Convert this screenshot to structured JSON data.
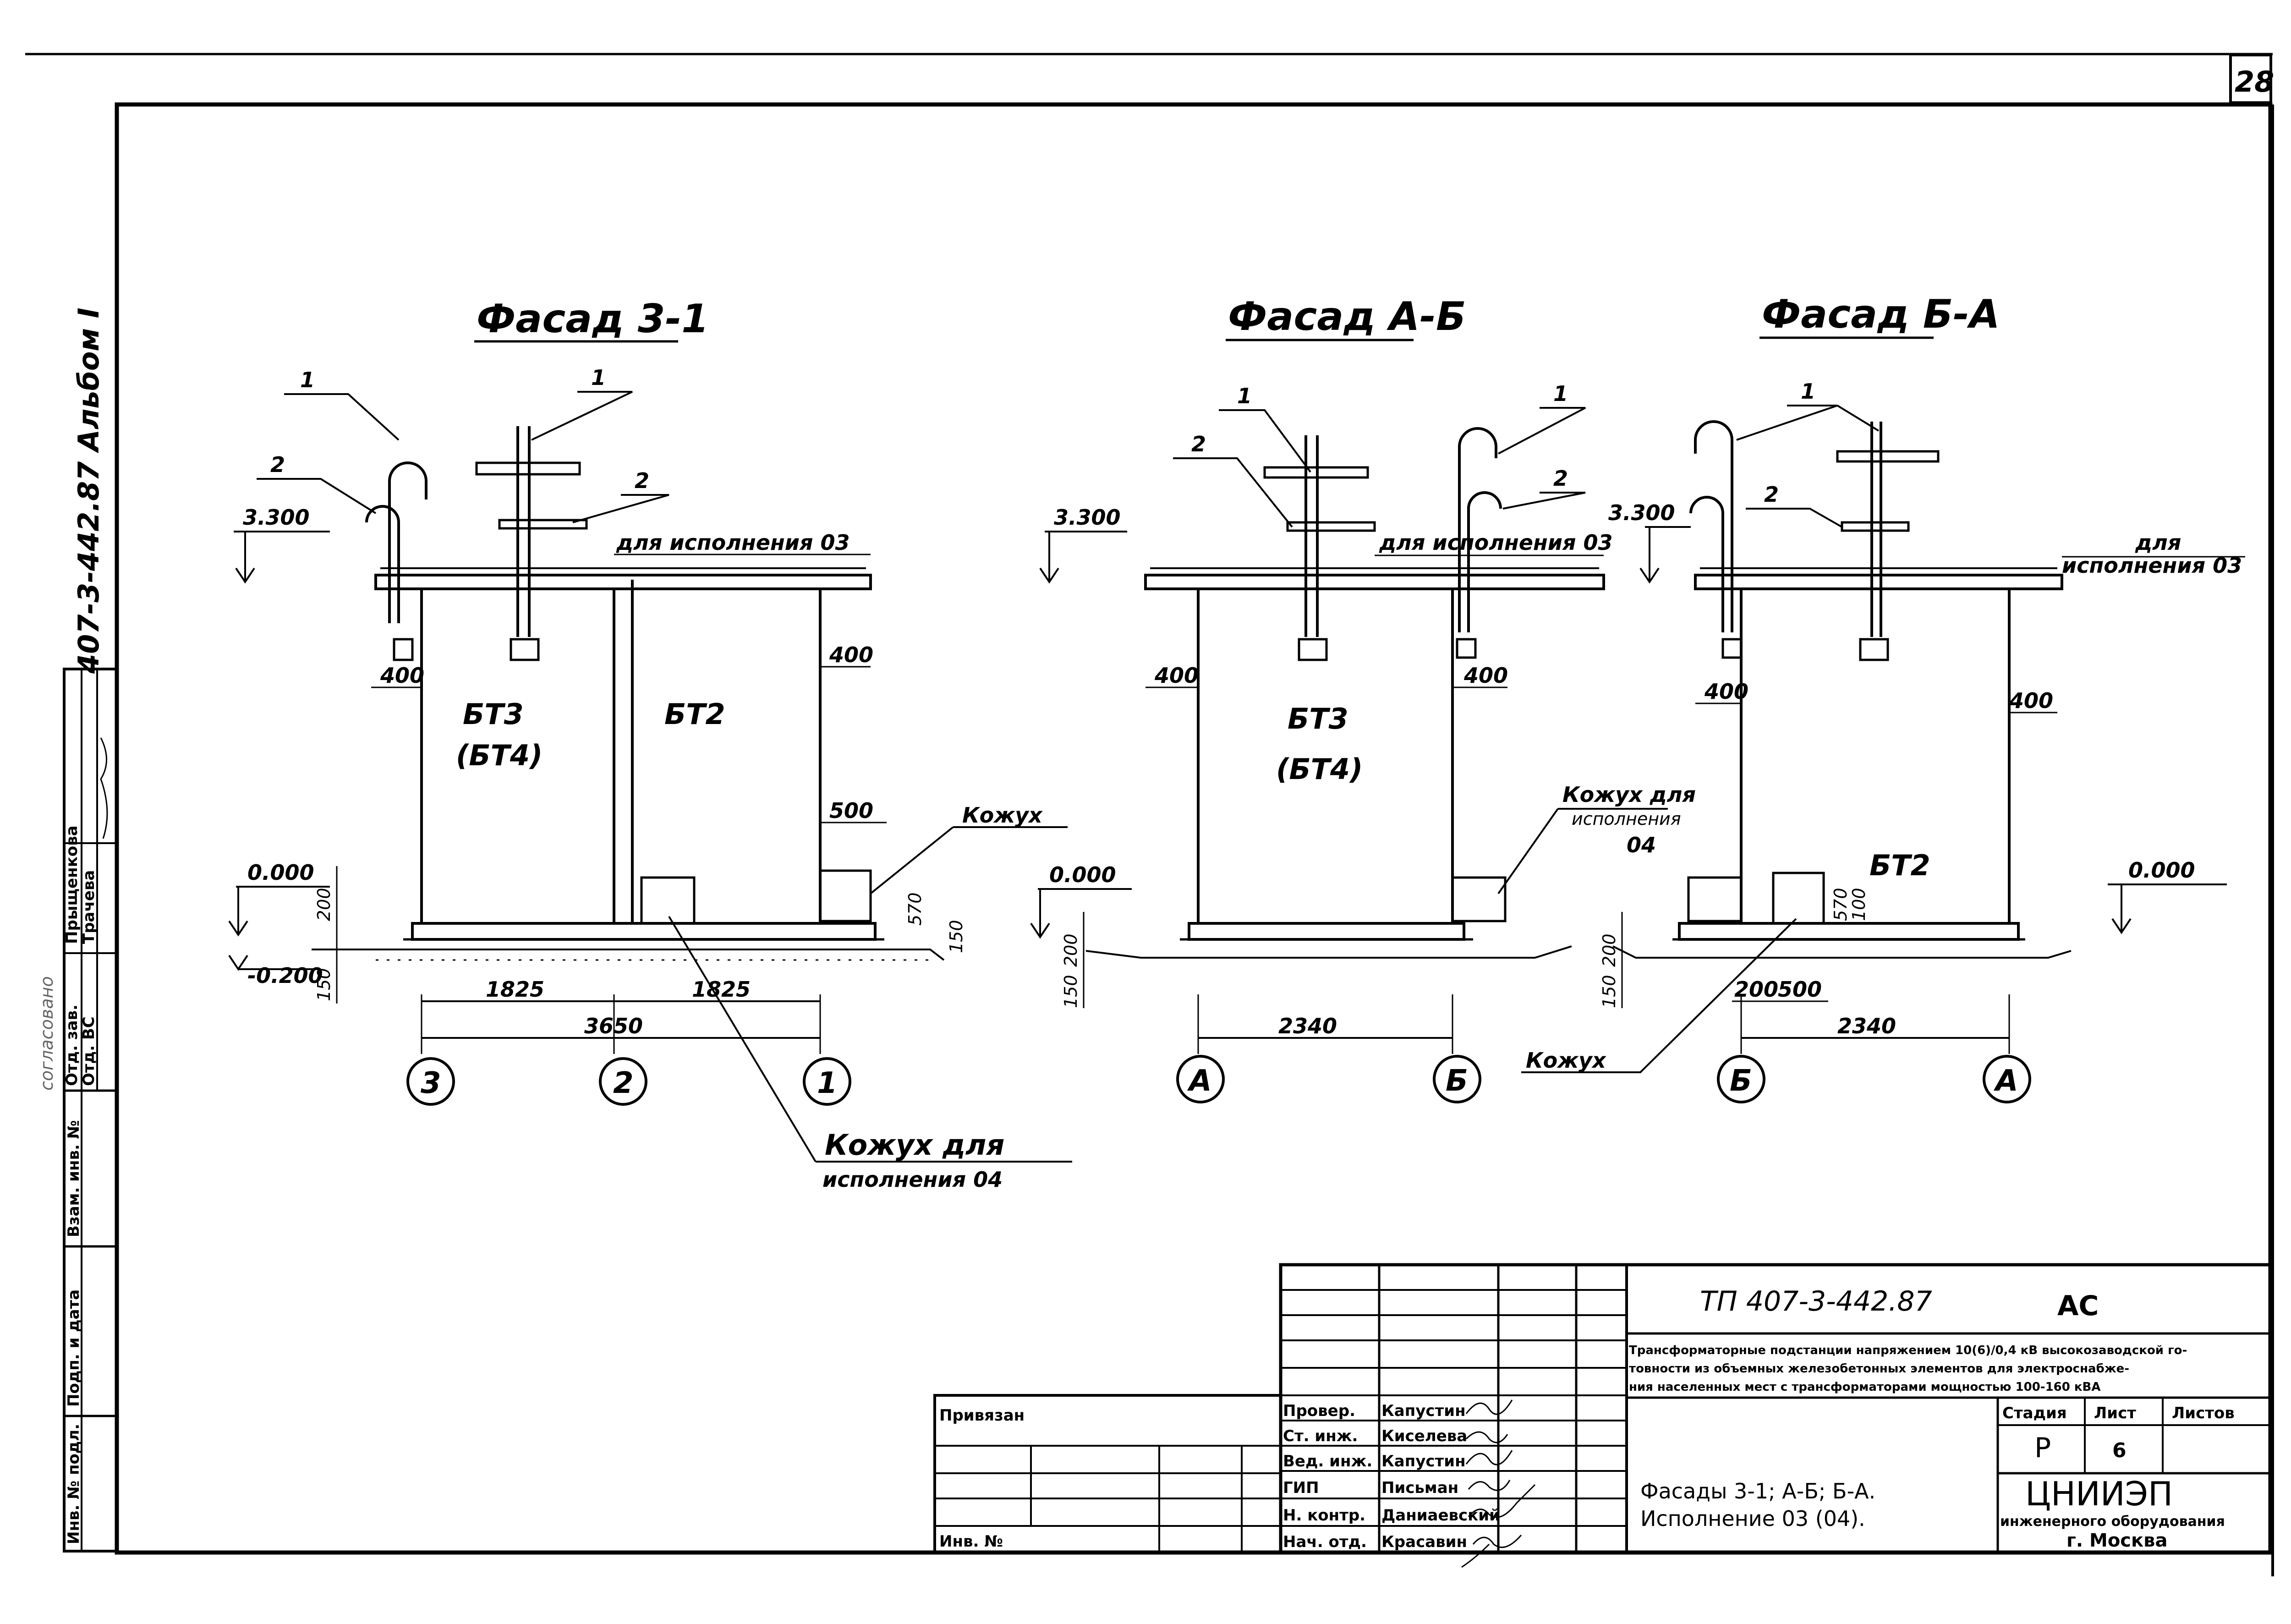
{
  "sheet_number": "28",
  "side_strip": {
    "album_text": "407-3-442.87 Альбом I",
    "col_labels": [
      "Инв. № подл.",
      "Подп. и дата",
      "Взам. инв. №"
    ],
    "names": [
      "Отд. зав.",
      "Отд. ВС"
    ],
    "signers": [
      "Прыщенкова",
      "Трачева"
    ],
    "faint": "согласовано"
  },
  "views": [
    {
      "title": "Фасад 3-1",
      "elev_top": "3.300",
      "elev_zero": "0.000",
      "elev_minus": "-0.200",
      "dims": [
        "400",
        "400",
        "500",
        "570",
        "150",
        "200",
        "150",
        "1825",
        "1825",
        "3650"
      ],
      "unit_left": "БТ3",
      "unit_left_alt": "(БТ4)",
      "unit_right": "БТ2",
      "note_top": "для исполнения 03",
      "casing": "Кожух",
      "casing_note_a": "Кожух для",
      "casing_note_b": "исполнения 04",
      "callouts": [
        "1",
        "2",
        "1",
        "2"
      ],
      "axes": [
        "3",
        "2",
        "1"
      ]
    },
    {
      "title": "Фасад А-Б",
      "elev_top": "3.300",
      "elev_zero": "0.000",
      "dims": [
        "400",
        "400",
        "200",
        "150",
        "2340"
      ],
      "unit": "БТ3",
      "unit_alt": "(БТ4)",
      "note_top": "для исполнения 03",
      "casing_a": "Кожух для",
      "casing_b": "исполнения",
      "casing_c": "04",
      "callouts": [
        "1",
        "2",
        "1",
        "2"
      ],
      "axes": [
        "А",
        "Б"
      ]
    },
    {
      "title": "Фасад Б-А",
      "elev_top": "3.300",
      "elev_zero": "0.000",
      "dims": [
        "400",
        "400",
        "570",
        "100",
        "200",
        "150",
        "200",
        "500",
        "2340"
      ],
      "unit": "БТ2",
      "note_top_a": "для",
      "note_top_b": "исполнения 03",
      "casing": "Кожух",
      "callouts": [
        "1",
        "2"
      ],
      "axes": [
        "Б",
        "А"
      ]
    }
  ],
  "stamp": {
    "code": "ТП 407-3-442.87",
    "mark": "АС",
    "desc_1": "Трансформаторные подстанции напряжением 10(6)/0,4 кВ высокозаводской го-",
    "desc_2": "товности из объемных железобетонных элементов для электроснабже-",
    "desc_3": "ния населенных мест с трансформаторами мощностью 100-160 кВА",
    "stage_h": "Стадия",
    "sheet_h": "Лист",
    "sheets_h": "Листов",
    "stage": "Р",
    "sheet": "6",
    "sheets": "",
    "sheet_title_1": "Фасады 3-1; А-Б; Б-А.",
    "sheet_title_2": "Исполнение 03 (04).",
    "org_1": "ЦНИИЭП",
    "org_2": "инженерного оборудования",
    "org_3": "г. Москва",
    "privyazan": "Привязан",
    "inv_no": "Инв. №",
    "roles": [
      "Провер.",
      "Ст. инж.",
      "Вед. инж.",
      "ГИП",
      "Н. контр.",
      "Нач. отд."
    ],
    "people": [
      "Капустин",
      "Киселева",
      "Капустин",
      "Письман",
      "Даниаевский",
      "Красавин"
    ]
  }
}
